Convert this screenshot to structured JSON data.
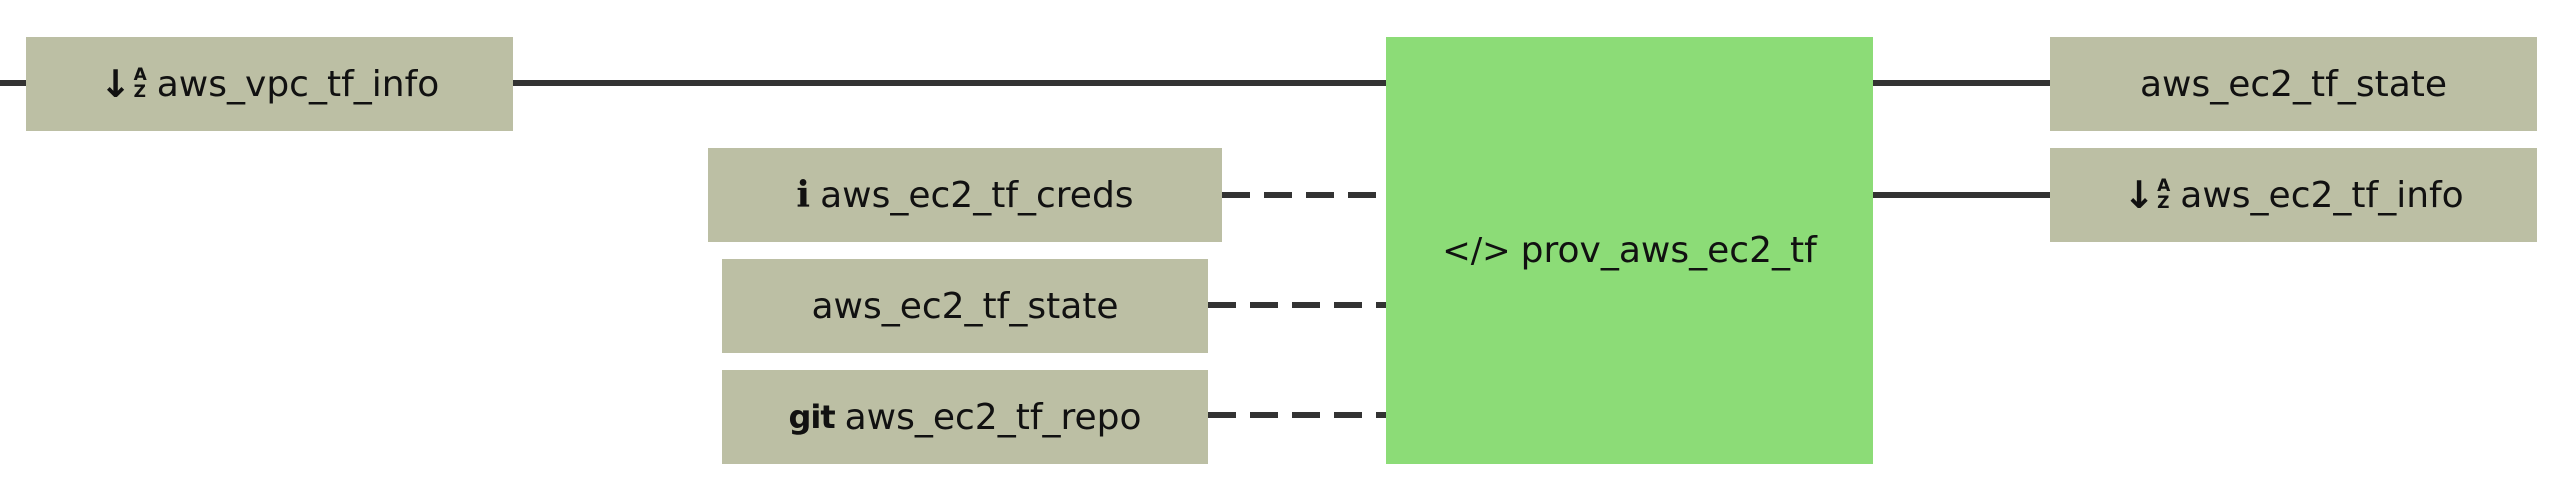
{
  "pipeline": {
    "job": {
      "label": "prov_aws_ec2_tf",
      "icon": "code-icon",
      "icon_glyph": "</>",
      "color": "#8cdc77"
    },
    "inputs": [
      {
        "label": "aws_vpc_tf_info",
        "icon": "sort-alpha-down-icon",
        "connection": "solid"
      },
      {
        "label": "aws_ec2_tf_creds",
        "icon": "info-icon",
        "icon_glyph": "i",
        "connection": "dashed"
      },
      {
        "label": "aws_ec2_tf_state",
        "icon": "",
        "connection": "dashed"
      },
      {
        "label": "aws_ec2_tf_repo",
        "icon": "git-icon",
        "icon_glyph": "git",
        "connection": "dashed"
      }
    ],
    "outputs": [
      {
        "label": "aws_ec2_tf_state",
        "icon": "",
        "connection": "solid"
      },
      {
        "label": "aws_ec2_tf_info",
        "icon": "sort-alpha-down-icon",
        "connection": "solid"
      }
    ],
    "colors": {
      "resource": "#bcbfa4",
      "line": "#333333"
    }
  }
}
